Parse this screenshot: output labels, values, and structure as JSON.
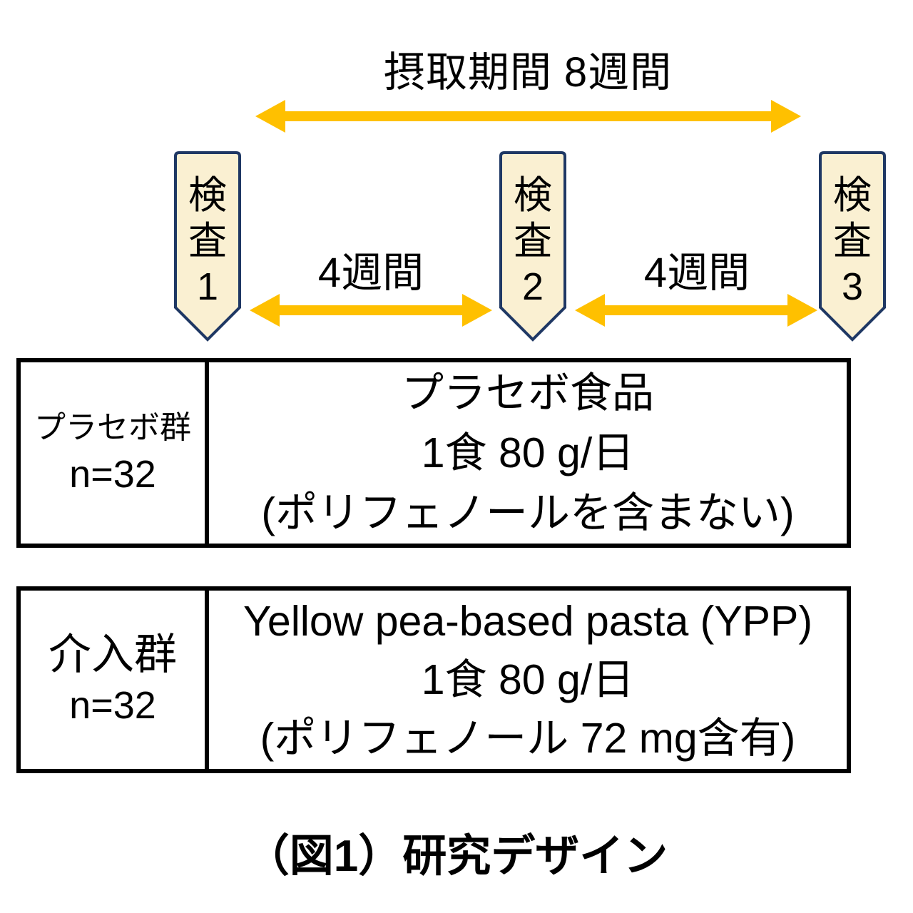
{
  "diagram": {
    "title_top": "摂取期間 8週間",
    "intervals": [
      {
        "label": "4週間"
      },
      {
        "label": "4週間"
      }
    ],
    "checkpoints": [
      {
        "chars": [
          "検",
          "査"
        ],
        "number": "1"
      },
      {
        "chars": [
          "検",
          "査"
        ],
        "number": "2"
      },
      {
        "chars": [
          "検",
          "査"
        ],
        "number": "3"
      }
    ],
    "groups": [
      {
        "name": "プラセボ群",
        "n": "n=32",
        "lines": [
          "プラセボ食品",
          "1食 80 g/日",
          "(ポリフェノールを含まない)"
        ]
      },
      {
        "name": "介入群",
        "n": "n=32",
        "lines": [
          "Yellow pea-based pasta (YPP)",
          "1食 80 g/日",
          "(ポリフェノール 72 mg含有)"
        ]
      }
    ],
    "caption": "（図1）研究デザイン",
    "colors": {
      "arrow": "#FFC000",
      "banner_fill": "#FAF0D2",
      "banner_border": "#1F3864",
      "box_border": "#000000"
    }
  }
}
